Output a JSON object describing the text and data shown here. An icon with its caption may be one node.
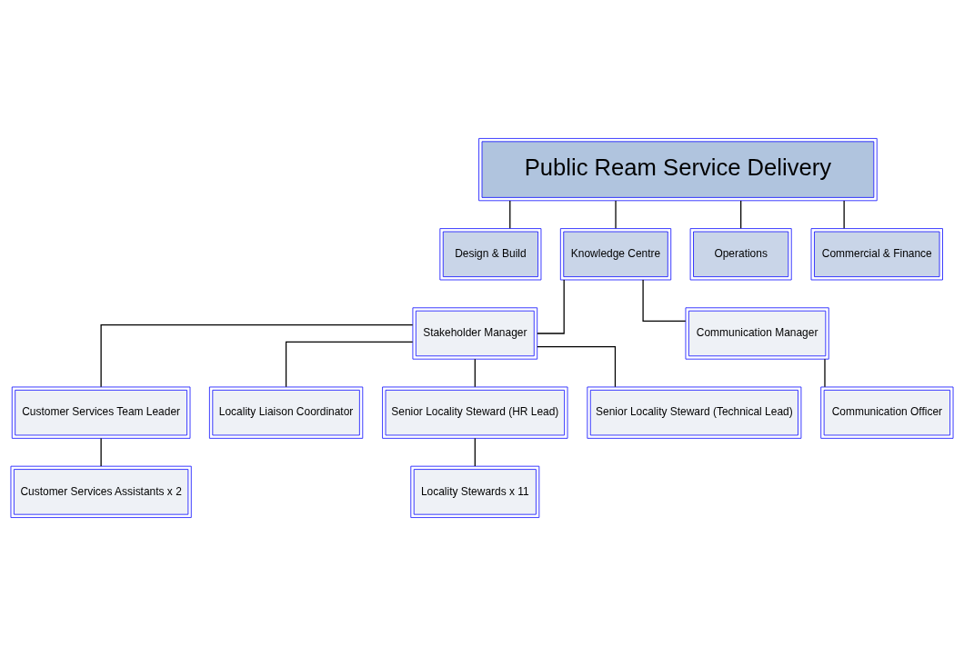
{
  "diagram": {
    "nodes": [
      {
        "text": [
          "Public Ream Service Delivery"
        ]
      },
      {
        "text": [
          "Design & Build"
        ]
      },
      {
        "text": [
          "Knowledge Centre"
        ]
      },
      {
        "text": [
          "Operations"
        ]
      },
      {
        "text": [
          "Commercial & Finance"
        ]
      },
      {
        "text": [
          "Stakeholder Manager"
        ]
      },
      {
        "text": [
          "Communication Manager"
        ]
      },
      {
        "text": [
          "Customer Services Team Leader"
        ]
      },
      {
        "text": [
          "Locality Liaison Coordinator"
        ]
      },
      {
        "text": [
          "Senior Locality Steward (HR Lead)"
        ]
      },
      {
        "text": [
          "Senior Locality Steward (Technical Lead)"
        ]
      },
      {
        "text": [
          "Customer Services Assistants x 2"
        ]
      },
      {
        "text": [
          "Locality Stewards x 11"
        ]
      },
      {
        "text": [
          "Communication Officer"
        ]
      }
    ],
    "edges": [
      {
        "from": 0,
        "to": 1,
        "arrow": "none"
      },
      {
        "from": 0,
        "to": 2,
        "arrow": "none"
      },
      {
        "from": 0,
        "to": 3,
        "arrow": "none"
      },
      {
        "from": 0,
        "to": 4,
        "arrow": "none"
      },
      {
        "from": 2,
        "to": 5,
        "arrow": "none"
      },
      {
        "from": 2,
        "to": 6,
        "arrow": "none"
      },
      {
        "from": 5,
        "to": 7,
        "arrow": "none"
      },
      {
        "from": 5,
        "to": 8,
        "arrow": "none"
      },
      {
        "from": 5,
        "to": 9,
        "arrow": "none"
      },
      {
        "from": 5,
        "to": 10,
        "arrow": "none"
      },
      {
        "from": 7,
        "to": 11,
        "arrow": "none"
      },
      {
        "from": 9,
        "to": 12,
        "arrow": "none"
      },
      {
        "from": 6,
        "to": 13,
        "arrow": "none"
      }
    ]
  }
}
